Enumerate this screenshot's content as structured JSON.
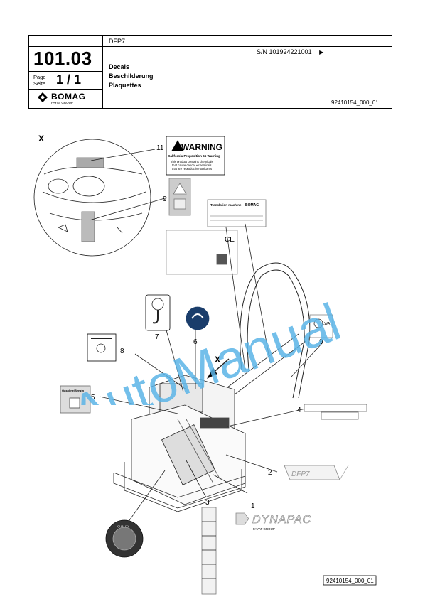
{
  "header": {
    "model": "DFP7",
    "page_number": "101.03",
    "serial": "S/N 101924221001",
    "serial_arrow": "▶",
    "page_label_1": "Page",
    "page_label_2": "Seite",
    "page_value": "1 / 1",
    "titles": [
      "Decals",
      "Beschilderung",
      "Plaquettes"
    ],
    "brand": "BOMAG",
    "brand_sub": "FAYAT GROUP",
    "doc_code": "92410154_000_01"
  },
  "figure": {
    "detail_label": "X",
    "view_arrow_label": "X",
    "callouts": [
      "1",
      "2",
      "3",
      "4",
      "5",
      "6",
      "7",
      "8",
      "9",
      "9",
      "11"
    ],
    "warning_title": "WARNING",
    "warning_sub": "California Proposition 65 Warning",
    "warning_body": [
      "This product contains chemicals",
      "that cause cancer • chemicals",
      "that are reproductive toxicants"
    ],
    "fuel_label": "Gasoline/Benzin",
    "model_decal": "DFP7",
    "dynapac": "DYNAPAC",
    "dynapac_sub": "FAYAT GROUP",
    "translation_title": "Translation machine",
    "translation_brand": "BOMAG",
    "ce_mark": "CE",
    "lwa_label": "LWA",
    "dynapac_brand": "DYNAPAC",
    "qc_label": "QUALITY",
    "figure_code": "92410154_000_01"
  },
  "watermark": {
    "text": "AutoManual",
    "color": "#5ab4e6"
  }
}
